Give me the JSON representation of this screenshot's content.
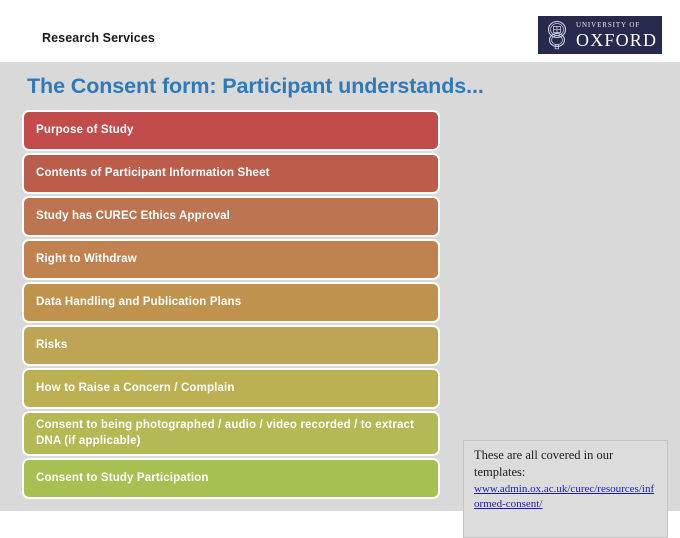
{
  "header": {
    "department": "Research Services",
    "logo": {
      "icon": "oxford-crest-icon",
      "line1": "UNIVERSITY OF",
      "line2": "OXFORD",
      "background": "#262a4d"
    }
  },
  "slide": {
    "title": "The Consent form: Participant understands...",
    "title_color": "#2e79ba",
    "background": "#d9d9d9",
    "items": [
      {
        "label": "Purpose of Study",
        "color": "#c24b4b"
      },
      {
        "label": "Contents of Participant Information Sheet",
        "color": "#bc5c4a"
      },
      {
        "label": "Study has CUREC Ethics Approval",
        "color": "#bd7450"
      },
      {
        "label": "Right to Withdraw",
        "color": "#c0824f"
      },
      {
        "label": "Data Handling and Publication Plans",
        "color": "#bf934e"
      },
      {
        "label": "Risks",
        "color": "#bda555"
      },
      {
        "label": "How to Raise a Concern / Complain",
        "color": "#bcb152"
      },
      {
        "label": "Consent to  being photographed / audio / video recorded / to extract DNA (if applicable)",
        "color": "#b3b953"
      },
      {
        "label": "Consent to Study Participation",
        "color": "#a6c052"
      }
    ]
  },
  "callout": {
    "lead": "These are all covered in our templates:",
    "link": "www.admin.ox.ac.uk/curec/resources/informed-consent/",
    "link_color": "#1b1bbf"
  }
}
